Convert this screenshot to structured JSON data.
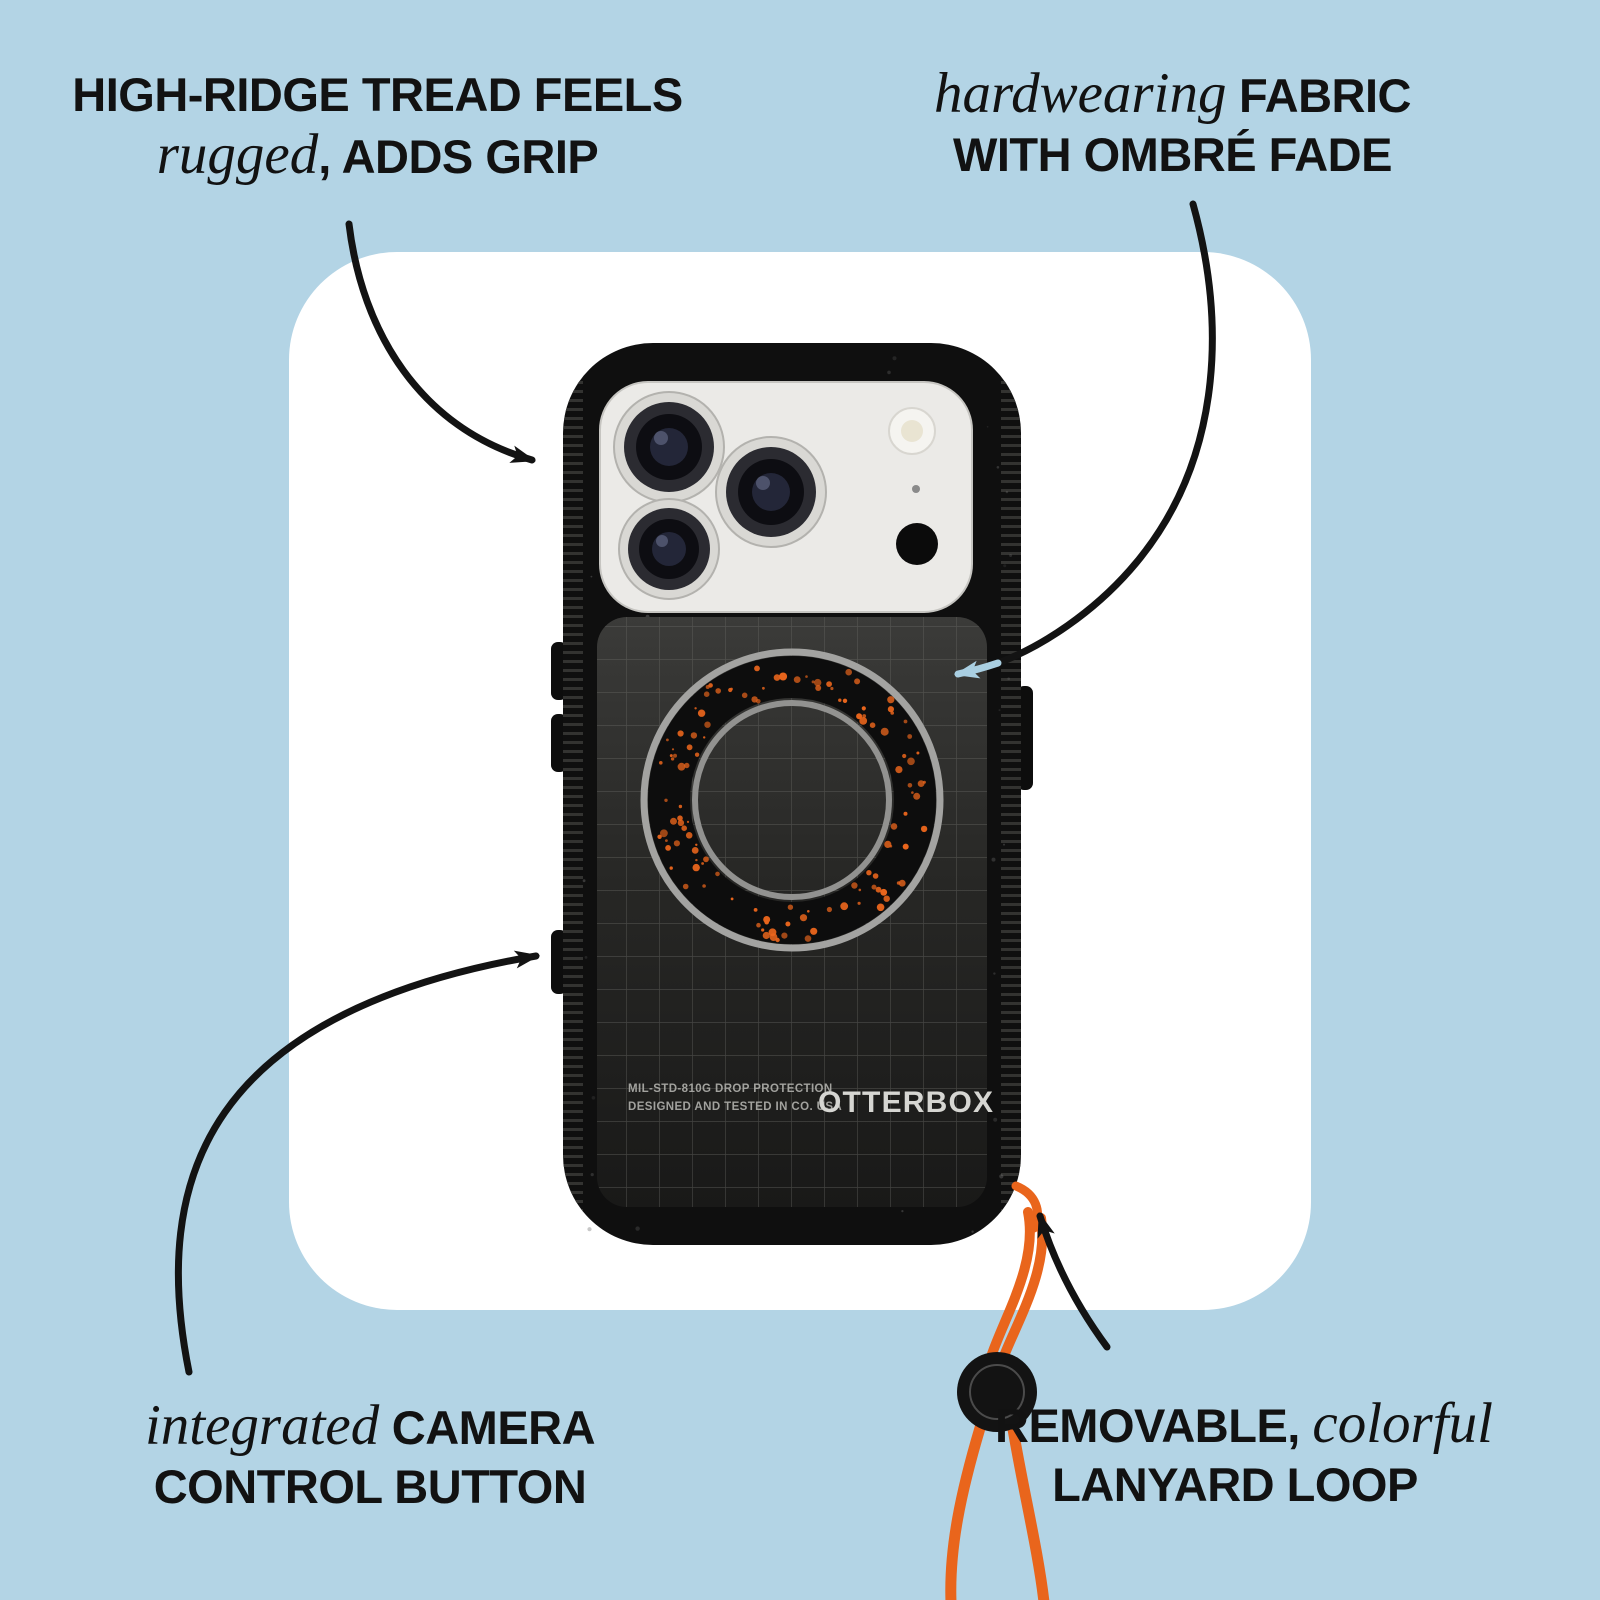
{
  "callouts": {
    "top_left": {
      "l1": "HIGH-RIDGE TREAD FEELS",
      "l2_italic": "rugged",
      "l2_rest": ", ADDS GRIP"
    },
    "top_right": {
      "l1_italic": "hardwearing",
      "l1_rest": " FABRIC",
      "l2": "WITH OMBRÉ FADE"
    },
    "bottom_left": {
      "l1_italic": "integrated",
      "l1_rest": " CAMERA",
      "l2": "CONTROL BUTTON"
    },
    "bottom_right": {
      "l1": "REMOVABLE, ",
      "l1_italic": "colorful",
      "l2": "LANYARD LOOP"
    }
  },
  "phone": {
    "brand_label": "OTTERBOX",
    "cert_line1": "MIL-STD-810G DROP PROTECTION",
    "cert_line2": "DESIGNED AND TESTED IN CO. USA"
  },
  "colors": {
    "page_background": "#b3d4e5",
    "card_background": "#ffffff",
    "accent_orange": "#e9651c",
    "arrow_black": "#131313",
    "arrow_blue_tip": "#a9cfe2",
    "case_black": "#0f0f0f"
  }
}
